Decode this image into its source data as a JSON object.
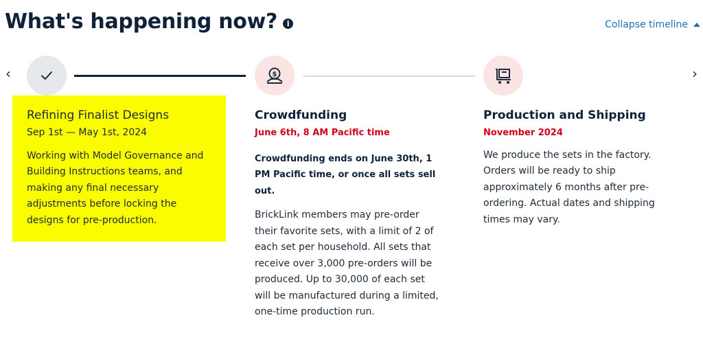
{
  "header": {
    "title": "What's happening now?",
    "info_icon": "i",
    "collapse_label": "Collapse timeline"
  },
  "nav": {
    "prev_glyph": "‹",
    "next_glyph": "›"
  },
  "steps": [
    {
      "icon": "check-icon",
      "title": "Refining Finalist Designs",
      "date": "Sep 1st — May 1st, 2024",
      "description": "Working with Model Governance and Building Instructions teams, and making any final necessary adjustments before locking the designs for pre-production.",
      "status": "completed"
    },
    {
      "icon": "money-hand-icon",
      "title": "Crowdfunding",
      "date": "June 6th, 8 AM Pacific time",
      "highlight": "Crowdfunding ends on June 30th, 1 PM Pacific time, or once all sets sell out.",
      "description": "BrickLink members may pre-order their favorite sets, with a limit of 2 of each set per household. All sets that receive over 3,000 pre-orders will be produced. Up to 30,000 of each set will be manufactured during a limited, one-time production run.",
      "status": "upcoming"
    },
    {
      "icon": "cart-icon",
      "title": "Production and Shipping",
      "date": "November 2024",
      "description": "We produce the sets in the factory. Orders will be ready to ship approximately 6 months after pre-ordering. Actual dates and shipping times may vary.",
      "status": "upcoming"
    }
  ],
  "colors": {
    "navy": "#0f2239",
    "link_blue": "#1f6fb8",
    "date_red": "#d0021b",
    "highlight_yellow": "#fcfc00",
    "node_pink": "#fbe5e4",
    "node_gray": "#e6e8eb"
  }
}
